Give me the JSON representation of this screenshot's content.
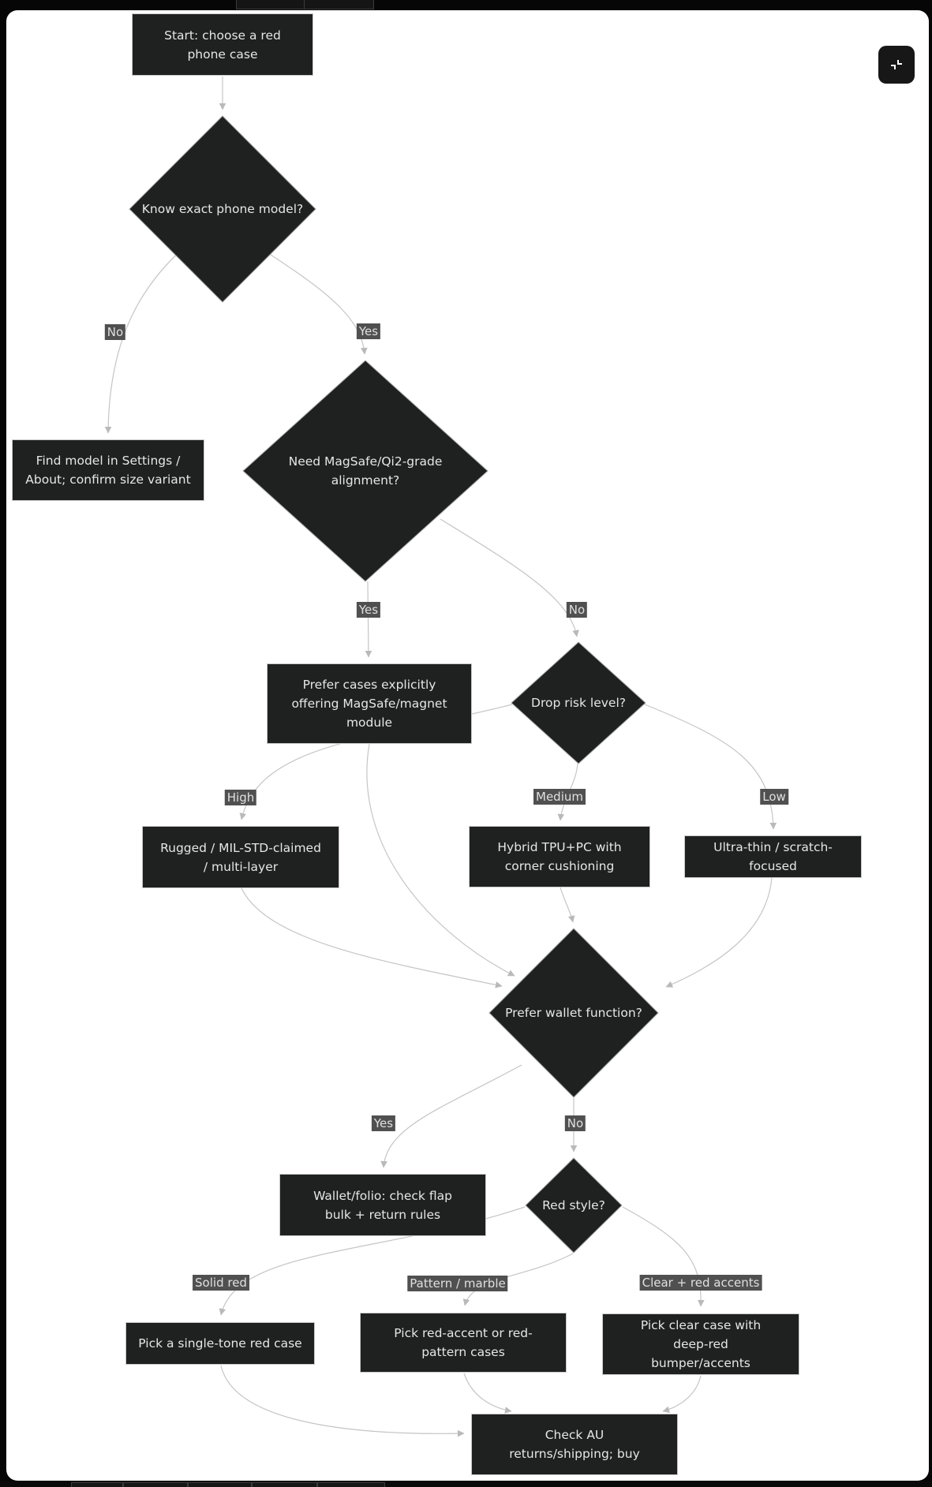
{
  "app": {
    "view": "flowchart-preview",
    "colors": {
      "page_background": "#060606",
      "canvas_background": "#ffffff",
      "node_fill": "#1f2020",
      "node_border": "#c9c9c9",
      "node_text": "#e6e6e6",
      "edge_stroke": "#c5c5c5",
      "edge_label_background": "#505050",
      "edge_label_text": "#e0e0e0",
      "fit_button_background": "#171717",
      "fit_button_icon": "#ffffff"
    },
    "controls": {
      "fit_button_icon": "collapse-diagonal-icon"
    }
  },
  "flowchart": {
    "nodes": {
      "start": {
        "label": "Start: choose a red phone case",
        "shape": "rect"
      },
      "know_model": {
        "label": "Know exact phone model?",
        "shape": "diamond"
      },
      "find_model": {
        "label": "Find model in Settings / About; confirm size variant",
        "shape": "rect"
      },
      "need_magsafe": {
        "label": "Need MagSafe/Qi2-grade alignment?",
        "shape": "diamond"
      },
      "prefer_magsafe": {
        "label": "Prefer cases explicitly offering MagSafe/magnet module",
        "shape": "rect"
      },
      "drop_risk": {
        "label": "Drop risk level?",
        "shape": "diamond"
      },
      "rugged": {
        "label": "Rugged / MIL-STD-claimed / multi-layer",
        "shape": "rect"
      },
      "hybrid": {
        "label": "Hybrid TPU+PC with corner cushioning",
        "shape": "rect"
      },
      "ultra_thin": {
        "label": "Ultra-thin / scratch-focused",
        "shape": "rect"
      },
      "wallet_q": {
        "label": "Prefer wallet function?",
        "shape": "diamond"
      },
      "wallet_folio": {
        "label": "Wallet/folio: check flap bulk + return rules",
        "shape": "rect"
      },
      "red_style": {
        "label": "Red style?",
        "shape": "diamond"
      },
      "solid_pick": {
        "label": "Pick a single-tone red case",
        "shape": "rect"
      },
      "pattern_pick": {
        "label": "Pick red-accent or red-pattern cases",
        "shape": "rect"
      },
      "clear_pick": {
        "label": "Pick clear case with deep-red bumper/accents",
        "shape": "rect"
      },
      "buy": {
        "label": "Check AU returns/shipping; buy",
        "shape": "rect"
      }
    },
    "edge_labels": {
      "no1": "No",
      "yes1": "Yes",
      "yes2": "Yes",
      "no2": "No",
      "high": "High",
      "medium": "Medium",
      "low": "Low",
      "yes3": "Yes",
      "no3": "No",
      "solid": "Solid red",
      "pattern": "Pattern / marble",
      "clear": "Clear + red accents"
    }
  }
}
